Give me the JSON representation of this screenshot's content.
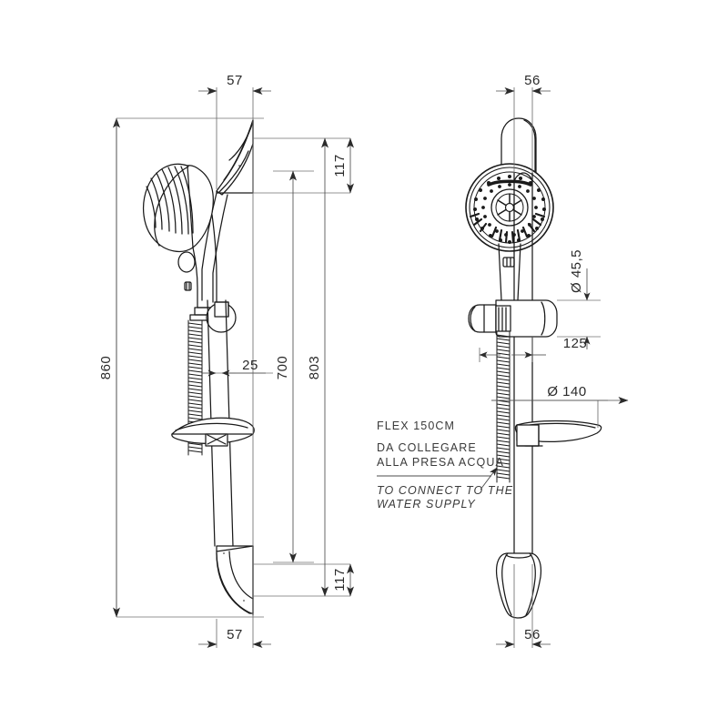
{
  "drawing": {
    "type": "technical-dimension-drawing",
    "subject": "shower slide rail set with hand shower",
    "background_color": "#ffffff",
    "line_color": "#1a1a1a",
    "dim_line_color": "#4d4d4d",
    "text_color": "#2b2b2b"
  },
  "views": {
    "left": {
      "name": "side-elevation",
      "dimensions": {
        "top_width": "57",
        "bottom_width": "57",
        "overall_height": "860",
        "rail_length": "803",
        "travel": "700",
        "bracket_projection": "25",
        "top_bracket_height": "117",
        "bottom_bracket_height": "117"
      }
    },
    "right": {
      "name": "front-elevation",
      "dimensions": {
        "top_width": "56",
        "bottom_width": "56",
        "rail_diameter": "Ø 45,5",
        "soap_dish_diameter": "Ø 140",
        "holder_offset": "125"
      }
    }
  },
  "notes": {
    "line1": "FLEX 150CM",
    "line2": "DA COLLEGARE",
    "line3": "ALLA PRESA ACQUA",
    "line4": "TO CONNECT TO THE",
    "line5": "WATER SUPPLY"
  }
}
